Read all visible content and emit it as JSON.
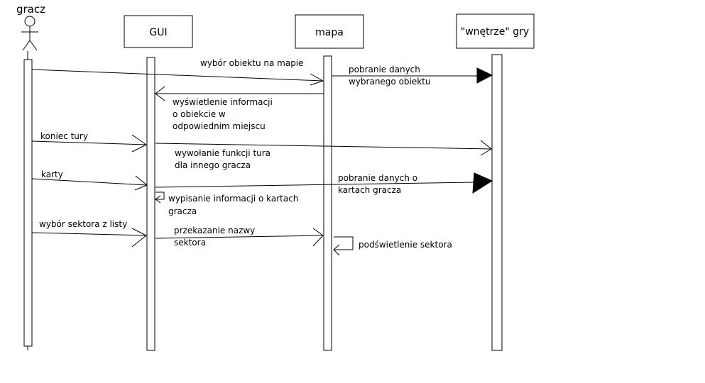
{
  "actor": {
    "label": "gracz"
  },
  "participants": {
    "gui": "GUI",
    "mapa": "mapa",
    "wnetrze": "\"wnętrze\" gry"
  },
  "messages": {
    "m1": "wybór obiektu na mapie",
    "m2_l1": "pobranie danych",
    "m2_l2": "wybranego obiektu",
    "m3_l1": "wyświetlenie informacji",
    "m3_l2": "o obiekcie w",
    "m3_l3": "odpowiednim miejscu",
    "m4": "koniec tury",
    "m5_l1": "wywołanie funkcji tura",
    "m5_l2": "dla innego gracza",
    "m6": "karty",
    "m7_l1": "pobranie danych o",
    "m7_l2": "kartach gracza",
    "m8_l1": "wypisanie informacji o kartach",
    "m8_l2": "gracza",
    "m9": "wybór sektora z listy",
    "m10_l1": "przekazanie nazwy",
    "m10_l2": "sektora",
    "m11": "podświetlenie sektora"
  }
}
